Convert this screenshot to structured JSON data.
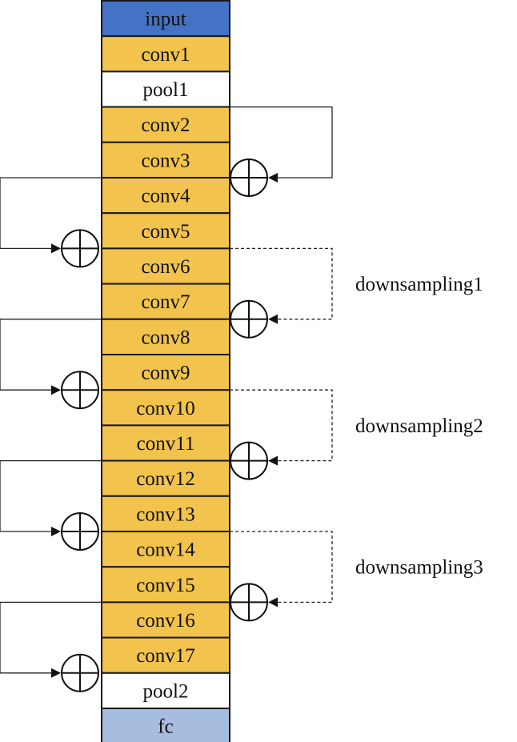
{
  "colors": {
    "input": "#4472c4",
    "conv": "#f2c34d",
    "pool": "#ffffff",
    "fc": "#a6bddf",
    "input_text": "#ffffff",
    "text": "#111111"
  },
  "layers": [
    {
      "label": "input",
      "kind": "input"
    },
    {
      "label": "conv1",
      "kind": "conv"
    },
    {
      "label": "pool1",
      "kind": "pool"
    },
    {
      "label": "conv2",
      "kind": "conv"
    },
    {
      "label": "conv3",
      "kind": "conv"
    },
    {
      "label": "conv4",
      "kind": "conv"
    },
    {
      "label": "conv5",
      "kind": "conv"
    },
    {
      "label": "conv6",
      "kind": "conv"
    },
    {
      "label": "conv7",
      "kind": "conv"
    },
    {
      "label": "conv8",
      "kind": "conv"
    },
    {
      "label": "conv9",
      "kind": "conv"
    },
    {
      "label": "conv10",
      "kind": "conv"
    },
    {
      "label": "conv11",
      "kind": "conv"
    },
    {
      "label": "conv12",
      "kind": "conv"
    },
    {
      "label": "conv13",
      "kind": "conv"
    },
    {
      "label": "conv14",
      "kind": "conv"
    },
    {
      "label": "conv15",
      "kind": "conv"
    },
    {
      "label": "conv16",
      "kind": "conv"
    },
    {
      "label": "conv17",
      "kind": "conv"
    },
    {
      "label": "pool2",
      "kind": "pool"
    },
    {
      "label": "fc",
      "kind": "fc"
    }
  ],
  "skips": [
    {
      "from": "pool1",
      "to": "conv3",
      "side": "right",
      "style": "solid"
    },
    {
      "from": "conv3",
      "to": "conv5",
      "side": "left",
      "style": "solid"
    },
    {
      "from": "conv5",
      "to": "conv7",
      "side": "right",
      "style": "dashed"
    },
    {
      "from": "conv7",
      "to": "conv9",
      "side": "left",
      "style": "solid"
    },
    {
      "from": "conv9",
      "to": "conv11",
      "side": "right",
      "style": "dashed"
    },
    {
      "from": "conv11",
      "to": "conv13",
      "side": "left",
      "style": "solid"
    },
    {
      "from": "conv13",
      "to": "conv15",
      "side": "right",
      "style": "dashed"
    },
    {
      "from": "conv15",
      "to": "conv17",
      "side": "left",
      "style": "solid"
    }
  ],
  "downsampling_labels": [
    {
      "text": "downsampling1",
      "skip": 2
    },
    {
      "text": "downsampling2",
      "skip": 4
    },
    {
      "text": "downsampling3",
      "skip": 6
    }
  ]
}
